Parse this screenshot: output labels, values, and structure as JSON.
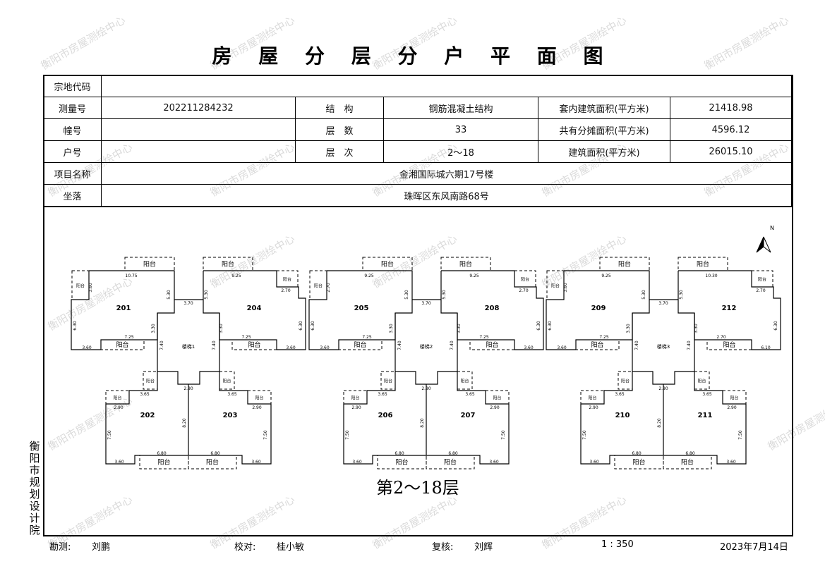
{
  "title": "房 屋 分 层 分 户 平 面 图",
  "watermark": "衡阳市房屋测绘中心",
  "info": {
    "land_code_label": "宗地代码",
    "land_code": "",
    "survey_no_label": "测量号",
    "survey_no": "202211284232",
    "structure_label": "结　构",
    "structure": "钢筋混凝土结构",
    "inner_area_label": "套内建筑面积(平方米)",
    "inner_area": "21418.98",
    "building_no_label": "幢号",
    "building_no": "",
    "floors_label": "层　数",
    "floors": "33",
    "shared_area_label": "共有分摊面积(平方米)",
    "shared_area": "4596.12",
    "unit_no_label": "户号",
    "unit_no": "",
    "floor_range_label": "层　次",
    "floor_range": "2～18",
    "total_area_label": "建筑面积(平方米)",
    "total_area": "26015.10",
    "project_label": "项目名称",
    "project": "金湘国际城六期17号楼",
    "location_label": "坐落",
    "location": "珠晖区东风南路68号"
  },
  "plan": {
    "balcony_label": "阳台",
    "north": "N",
    "floor_caption": "第2～18层",
    "modules": [
      {
        "units": [
          "201",
          "204",
          "202",
          "203"
        ],
        "stair": "楼梯1",
        "dims": [
          "10.75",
          "9.25",
          "3.70",
          "5.30",
          "5.30",
          "6.30",
          "6.30",
          "3.30",
          "3.30",
          "7.25",
          "7.25",
          "3.60",
          "3.60",
          "7.40",
          "7.40",
          "2.80",
          "3.65",
          "3.65",
          "2.90",
          "2.90",
          "7.50",
          "7.50",
          "8.20",
          "6.80",
          "6.80",
          "3.60",
          "3.60",
          "2.70",
          "3.60"
        ]
      },
      {
        "units": [
          "205",
          "208",
          "206",
          "207"
        ],
        "stair": "楼梯2",
        "dims": [
          "9.25",
          "9.25",
          "3.70",
          "5.30",
          "5.30",
          "6.30",
          "6.30",
          "3.30",
          "3.30",
          "7.25",
          "7.25",
          "3.60",
          "3.60",
          "7.40",
          "7.40",
          "2.80",
          "3.65",
          "3.65",
          "2.90",
          "2.90",
          "7.50",
          "7.50",
          "8.20",
          "6.80",
          "6.80",
          "3.60",
          "3.60",
          "2.70",
          "2.70"
        ]
      },
      {
        "units": [
          "209",
          "212",
          "210",
          "211"
        ],
        "stair": "楼梯3",
        "dims": [
          "9.25",
          "10.30",
          "3.70",
          "5.30",
          "5.30",
          "6.30",
          "6.30",
          "3.30",
          "3.30",
          "7.25",
          "2.70",
          "3.60",
          "6.10",
          "7.40",
          "7.40",
          "2.80",
          "3.65",
          "3.65",
          "2.90",
          "2.90",
          "7.50",
          "7.50",
          "8.20",
          "6.80",
          "6.80",
          "3.60",
          "3.60",
          "2.70",
          "3.60"
        ]
      }
    ]
  },
  "side_org": "衡阳市规划设计院",
  "footer": {
    "surveyor_label": "勘测:",
    "surveyor": "刘鹏",
    "checker_label": "校对:",
    "checker": "桂小敏",
    "reviewer_label": "复核:",
    "reviewer": "刘辉",
    "scale": "1 : 350",
    "date": "2023年7月14日"
  }
}
